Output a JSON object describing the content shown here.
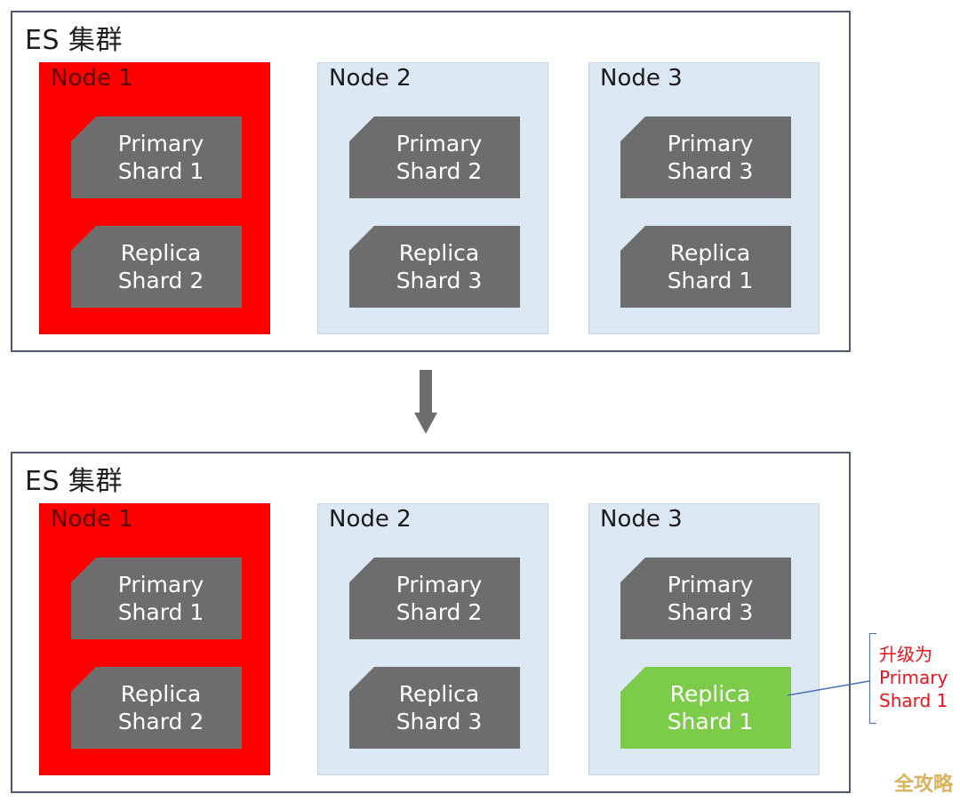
{
  "clusters": [
    {
      "title": "ES 集群",
      "nodes": [
        {
          "label": "Node 1",
          "status": "failed",
          "primary": [
            "Primary",
            "Shard 1"
          ],
          "replica": [
            "Replica",
            "Shard 2"
          ]
        },
        {
          "label": "Node 2",
          "status": "ok",
          "primary": [
            "Primary",
            "Shard 2"
          ],
          "replica": [
            "Replica",
            "Shard 3"
          ]
        },
        {
          "label": "Node 3",
          "status": "ok",
          "primary": [
            "Primary",
            "Shard 3"
          ],
          "replica": [
            "Replica",
            "Shard 1"
          ]
        }
      ]
    },
    {
      "title": "ES 集群",
      "nodes": [
        {
          "label": "Node 1",
          "status": "failed",
          "primary": [
            "Primary",
            "Shard 1"
          ],
          "replica": [
            "Replica",
            "Shard 2"
          ]
        },
        {
          "label": "Node 2",
          "status": "ok",
          "primary": [
            "Primary",
            "Shard 2"
          ],
          "replica": [
            "Replica",
            "Shard 3"
          ]
        },
        {
          "label": "Node 3",
          "status": "ok",
          "primary": [
            "Primary",
            "Shard 3"
          ],
          "replica": [
            "Replica",
            "Shard 1"
          ],
          "replica_promoted": true
        }
      ]
    }
  ],
  "annotation": {
    "lines": [
      "升级为",
      "Primary",
      "Shard 1"
    ]
  },
  "watermark": "全攻略",
  "colors": {
    "failed_node": "#ff0000",
    "node_bg": "#dde8f5",
    "shard": "#6d6d6d",
    "promoted_shard": "#7ccc4a",
    "annotation_text": "#e8141e",
    "annotation_line": "#4a6fb5"
  },
  "icons": {
    "transition_arrow": "down-arrow-icon"
  }
}
